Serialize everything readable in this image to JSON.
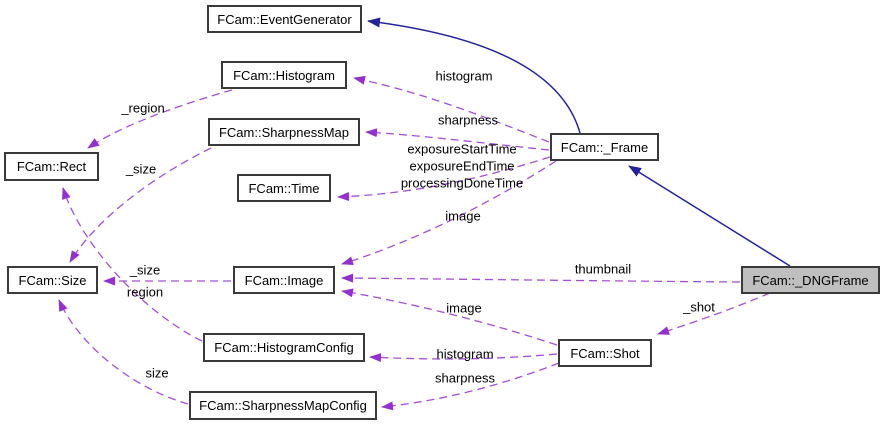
{
  "diagram": {
    "type": "collaboration-graph",
    "subject": "FCam::_DNGFrame",
    "colors": {
      "usage_edge": "#a24fd6",
      "usage_arrow": "#9330cf",
      "inheritance_edge": "#23239b",
      "node_border": "#3a3a3a",
      "node_fill": "#ffffff",
      "highlight_fill": "#bfbfbf",
      "background": "#ffffff",
      "text": "#000000"
    }
  },
  "nodes": {
    "event_generator": {
      "label": "FCam::EventGenerator"
    },
    "histogram": {
      "label": "FCam::Histogram"
    },
    "sharpness_map": {
      "label": "FCam::SharpnessMap"
    },
    "rect": {
      "label": "FCam::Rect"
    },
    "time": {
      "label": "FCam::Time"
    },
    "size": {
      "label": "FCam::Size"
    },
    "image": {
      "label": "FCam::Image"
    },
    "frame": {
      "label": "FCam::_Frame"
    },
    "histogram_config": {
      "label": "FCam::HistogramConfig"
    },
    "shot": {
      "label": "FCam::Shot"
    },
    "sharpness_map_config": {
      "label": "FCam::SharpnessMapConfig"
    },
    "dng_frame": {
      "label": "FCam::_DNGFrame",
      "highlighted": true
    }
  },
  "edge_labels": {
    "frame_histogram": "histogram",
    "frame_sharpness": "sharpness",
    "frame_exposure_start": "exposureStartTime",
    "frame_exposure_end": "exposureEndTime",
    "frame_processing_done": "processingDoneTime",
    "frame_image": "image",
    "dng_thumbnail": "thumbnail",
    "dng_shot": "_shot",
    "shot_image": "image",
    "shot_histogram": "histogram",
    "shot_sharpness": "sharpness",
    "histogram_region": "_region",
    "sharpnessmap_size": "_size",
    "image_size": "_size",
    "histogramconfig_region": "region",
    "sharpnessmapconfig_size": "size"
  },
  "relationships": [
    {
      "from": "FCam::_Frame",
      "to": "FCam::EventGenerator",
      "type": "inheritance"
    },
    {
      "from": "FCam::_DNGFrame",
      "to": "FCam::_Frame",
      "type": "inheritance"
    },
    {
      "from": "FCam::_Frame",
      "to": "FCam::Histogram",
      "type": "usage",
      "label": "histogram"
    },
    {
      "from": "FCam::_Frame",
      "to": "FCam::SharpnessMap",
      "type": "usage",
      "label": "sharpness"
    },
    {
      "from": "FCam::_Frame",
      "to": "FCam::Time",
      "type": "usage",
      "label": "exposureStartTime exposureEndTime processingDoneTime"
    },
    {
      "from": "FCam::_Frame",
      "to": "FCam::Image",
      "type": "usage",
      "label": "image"
    },
    {
      "from": "FCam::_DNGFrame",
      "to": "FCam::Image",
      "type": "usage",
      "label": "thumbnail"
    },
    {
      "from": "FCam::_DNGFrame",
      "to": "FCam::Shot",
      "type": "usage",
      "label": "_shot"
    },
    {
      "from": "FCam::Shot",
      "to": "FCam::Image",
      "type": "usage",
      "label": "image"
    },
    {
      "from": "FCam::Shot",
      "to": "FCam::HistogramConfig",
      "type": "usage",
      "label": "histogram"
    },
    {
      "from": "FCam::Shot",
      "to": "FCam::SharpnessMapConfig",
      "type": "usage",
      "label": "sharpness"
    },
    {
      "from": "FCam::Histogram",
      "to": "FCam::Rect",
      "type": "usage",
      "label": "_region"
    },
    {
      "from": "FCam::SharpnessMap",
      "to": "FCam::Size",
      "type": "usage",
      "label": "_size"
    },
    {
      "from": "FCam::Image",
      "to": "FCam::Size",
      "type": "usage",
      "label": "_size"
    },
    {
      "from": "FCam::HistogramConfig",
      "to": "FCam::Rect",
      "type": "usage",
      "label": "region"
    },
    {
      "from": "FCam::SharpnessMapConfig",
      "to": "FCam::Size",
      "type": "usage",
      "label": "size"
    }
  ]
}
